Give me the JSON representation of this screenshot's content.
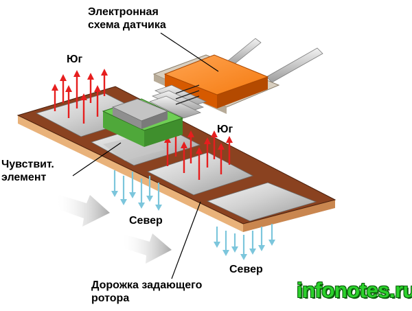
{
  "labels": {
    "circuit_line1": "Электронная",
    "circuit_line2": "схема датчика",
    "south_left": "Юг",
    "south_right": "Юг",
    "sensor_line1": "Чувствит.",
    "sensor_line2": "элемент",
    "north_mid": "Север",
    "north_right": "Север",
    "track_line1": "Дорожка задающего",
    "track_line2": "ротора"
  },
  "watermark": "infonotes.ru",
  "colors": {
    "strip_top": "#8a4220",
    "strip_side": "#e7b17a",
    "south_arrow": "#e61e1e",
    "north_arrow": "#7cc6dc",
    "chip_top": "#ff8a1f",
    "chip_side": "#d65a00",
    "sensor_green": "#6fcf55",
    "sensor_grey": "#b9b9b9",
    "motion_arrow": "#bdbdbd",
    "watermark": "#2bd12b"
  }
}
